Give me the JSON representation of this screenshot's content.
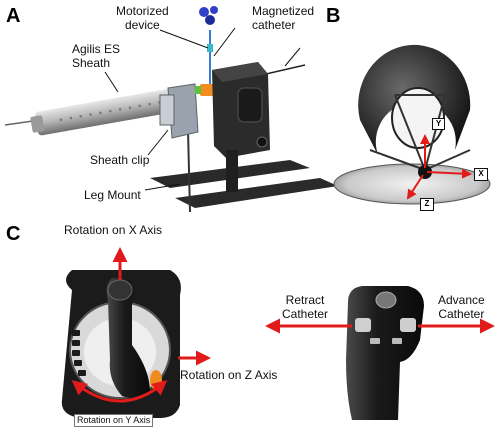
{
  "panels": {
    "a": {
      "letter": "A",
      "labels": {
        "motorized_device": "Motorized\ndevice",
        "magnetized_catheter": "Magnetized\ncatheter",
        "agilis_sheath": "Agilis ES\nSheath",
        "sheath_clip": "Sheath clip",
        "leg_mount": "Leg Mount"
      }
    },
    "b": {
      "letter": "B",
      "axes": {
        "y": "Y",
        "x": "X",
        "z": "Z"
      }
    },
    "c": {
      "letter": "C",
      "labels": {
        "rotation_x": "Rotation on X Axis",
        "rotation_z": "Rotation on Z Axis",
        "rotation_y": "Rotation on Y Axis",
        "retract": "Retract\nCatheter",
        "advance": "Advance\nCatheter"
      }
    }
  },
  "colors": {
    "arrow_red": "#e11b1b",
    "device_dark": "#2b2b2b",
    "sheath_grey": "#a8a8a8",
    "motor_blue": "#2f3fc7",
    "orange_joint": "#f08c1e"
  }
}
